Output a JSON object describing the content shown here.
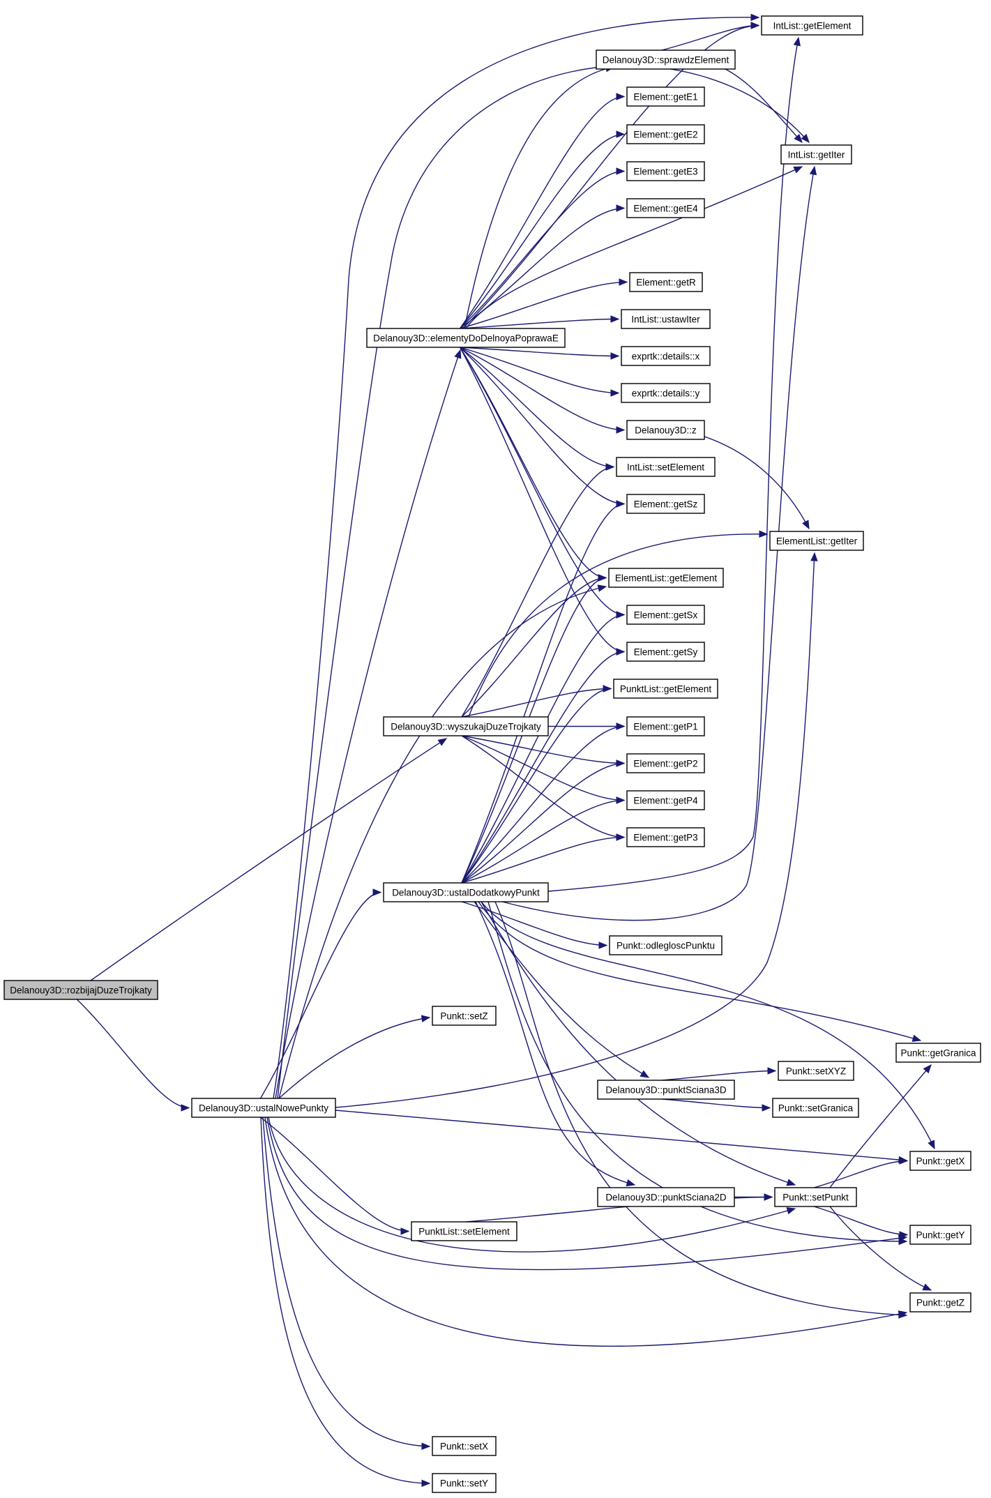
{
  "colors": {
    "edge": "#191970",
    "root_fill": "#bfbfbf",
    "node_fill": "#ffffff",
    "node_border": "#000000"
  },
  "nodes": [
    {
      "id": "rozbijajDuzeTrojkaty",
      "label": "Delanouy3D::rozbijajDuzeTrojkaty",
      "root": true
    },
    {
      "id": "ustalNowePunkty",
      "label": "Delanouy3D::ustalNowePunkty"
    },
    {
      "id": "elementyDoDelnoyaPoprawaE",
      "label": "Delanouy3D::elementyDoDelnoyaPoprawaE"
    },
    {
      "id": "wyszukajDuzeTrojkaty",
      "label": "Delanouy3D::wyszukajDuzeTrojkaty"
    },
    {
      "id": "ustalDodatkowyPunkt",
      "label": "Delanouy3D::ustalDodatkowyPunkt"
    },
    {
      "id": "IntList_getElement",
      "label": "IntList::getElement"
    },
    {
      "id": "sprawdzElement",
      "label": "Delanouy3D::sprawdzElement"
    },
    {
      "id": "IntList_getIter",
      "label": "IntList::getIter"
    },
    {
      "id": "getE1",
      "label": "Element::getE1"
    },
    {
      "id": "getE2",
      "label": "Element::getE2"
    },
    {
      "id": "getE3",
      "label": "Element::getE3"
    },
    {
      "id": "getE4",
      "label": "Element::getE4"
    },
    {
      "id": "getR",
      "label": "Element::getR"
    },
    {
      "id": "ustawIter",
      "label": "IntList::ustawIter"
    },
    {
      "id": "details_x",
      "label": "exprtk::details::x"
    },
    {
      "id": "details_y",
      "label": "exprtk::details::y"
    },
    {
      "id": "z",
      "label": "Delanouy3D::z"
    },
    {
      "id": "IntList_setElement",
      "label": "IntList::setElement"
    },
    {
      "id": "getSz",
      "label": "Element::getSz"
    },
    {
      "id": "ElementList_getIter",
      "label": "ElementList::getIter"
    },
    {
      "id": "ElementList_getElement",
      "label": "ElementList::getElement"
    },
    {
      "id": "getSx",
      "label": "Element::getSx"
    },
    {
      "id": "getSy",
      "label": "Element::getSy"
    },
    {
      "id": "PunktList_getElement",
      "label": "PunktList::getElement"
    },
    {
      "id": "getP1",
      "label": "Element::getP1"
    },
    {
      "id": "getP2",
      "label": "Element::getP2"
    },
    {
      "id": "getP4",
      "label": "Element::getP4"
    },
    {
      "id": "getP3",
      "label": "Element::getP3"
    },
    {
      "id": "odlegloscPunktu",
      "label": "Punkt::odlegloscPunktu"
    },
    {
      "id": "setZ",
      "label": "Punkt::setZ"
    },
    {
      "id": "getGranica",
      "label": "Punkt::getGranica"
    },
    {
      "id": "punktSciana3D",
      "label": "Delanouy3D::punktSciana3D"
    },
    {
      "id": "setXYZ",
      "label": "Punkt::setXYZ"
    },
    {
      "id": "setGranica",
      "label": "Punkt::setGranica"
    },
    {
      "id": "getX",
      "label": "Punkt::getX"
    },
    {
      "id": "punktSciana2D",
      "label": "Delanouy3D::punktSciana2D"
    },
    {
      "id": "setPunkt",
      "label": "Punkt::setPunkt"
    },
    {
      "id": "PunktList_setElement",
      "label": "PunktList::setElement"
    },
    {
      "id": "getY",
      "label": "Punkt::getY"
    },
    {
      "id": "getZ",
      "label": "Punkt::getZ"
    },
    {
      "id": "setX",
      "label": "Punkt::setX"
    },
    {
      "id": "setY",
      "label": "Punkt::setY"
    }
  ],
  "edges": [
    [
      "rozbijajDuzeTrojkaty",
      "ustalNowePunkty"
    ],
    [
      "rozbijajDuzeTrojkaty",
      "wyszukajDuzeTrojkaty"
    ],
    [
      "ustalNowePunkty",
      "elementyDoDelnoyaPoprawaE"
    ],
    [
      "ustalNowePunkty",
      "ustalDodatkowyPunkt"
    ],
    [
      "ustalNowePunkty",
      "IntList_getElement"
    ],
    [
      "ustalNowePunkty",
      "IntList_getIter"
    ],
    [
      "ustalNowePunkty",
      "ElementList_getIter"
    ],
    [
      "ustalNowePunkty",
      "ElementList_getElement"
    ],
    [
      "ustalNowePunkty",
      "setZ"
    ],
    [
      "ustalNowePunkty",
      "getX"
    ],
    [
      "ustalNowePunkty",
      "PunktList_setElement"
    ],
    [
      "ustalNowePunkty",
      "setPunkt"
    ],
    [
      "ustalNowePunkty",
      "getY"
    ],
    [
      "ustalNowePunkty",
      "getZ"
    ],
    [
      "ustalNowePunkty",
      "setX"
    ],
    [
      "ustalNowePunkty",
      "setY"
    ],
    [
      "elementyDoDelnoyaPoprawaE",
      "IntList_getElement"
    ],
    [
      "elementyDoDelnoyaPoprawaE",
      "sprawdzElement"
    ],
    [
      "elementyDoDelnoyaPoprawaE",
      "IntList_getIter"
    ],
    [
      "elementyDoDelnoyaPoprawaE",
      "getE1"
    ],
    [
      "elementyDoDelnoyaPoprawaE",
      "getE2"
    ],
    [
      "elementyDoDelnoyaPoprawaE",
      "getE3"
    ],
    [
      "elementyDoDelnoyaPoprawaE",
      "getE4"
    ],
    [
      "elementyDoDelnoyaPoprawaE",
      "getR"
    ],
    [
      "elementyDoDelnoyaPoprawaE",
      "ustawIter"
    ],
    [
      "elementyDoDelnoyaPoprawaE",
      "details_x"
    ],
    [
      "elementyDoDelnoyaPoprawaE",
      "details_y"
    ],
    [
      "elementyDoDelnoyaPoprawaE",
      "z"
    ],
    [
      "elementyDoDelnoyaPoprawaE",
      "IntList_setElement"
    ],
    [
      "elementyDoDelnoyaPoprawaE",
      "getSz"
    ],
    [
      "elementyDoDelnoyaPoprawaE",
      "ElementList_getElement"
    ],
    [
      "elementyDoDelnoyaPoprawaE",
      "getSx"
    ],
    [
      "elementyDoDelnoyaPoprawaE",
      "getSy"
    ],
    [
      "sprawdzElement",
      "IntList_getElement"
    ],
    [
      "sprawdzElement",
      "IntList_getIter"
    ],
    [
      "z",
      "ElementList_getIter"
    ],
    [
      "wyszukajDuzeTrojkaty",
      "IntList_setElement"
    ],
    [
      "wyszukajDuzeTrojkaty",
      "ElementList_getIter"
    ],
    [
      "wyszukajDuzeTrojkaty",
      "ElementList_getElement"
    ],
    [
      "wyszukajDuzeTrojkaty",
      "PunktList_getElement"
    ],
    [
      "wyszukajDuzeTrojkaty",
      "getP1"
    ],
    [
      "wyszukajDuzeTrojkaty",
      "getP2"
    ],
    [
      "wyszukajDuzeTrojkaty",
      "getP4"
    ],
    [
      "wyszukajDuzeTrojkaty",
      "getP3"
    ],
    [
      "ustalDodatkowyPunkt",
      "IntList_getElement"
    ],
    [
      "ustalDodatkowyPunkt",
      "IntList_getIter"
    ],
    [
      "ustalDodatkowyPunkt",
      "getSz"
    ],
    [
      "ustalDodatkowyPunkt",
      "ElementList_getElement"
    ],
    [
      "ustalDodatkowyPunkt",
      "getSx"
    ],
    [
      "ustalDodatkowyPunkt",
      "getSy"
    ],
    [
      "ustalDodatkowyPunkt",
      "PunktList_getElement"
    ],
    [
      "ustalDodatkowyPunkt",
      "getP1"
    ],
    [
      "ustalDodatkowyPunkt",
      "getP2"
    ],
    [
      "ustalDodatkowyPunkt",
      "getP4"
    ],
    [
      "ustalDodatkowyPunkt",
      "getP3"
    ],
    [
      "ustalDodatkowyPunkt",
      "odlegloscPunktu"
    ],
    [
      "ustalDodatkowyPunkt",
      "getGranica"
    ],
    [
      "ustalDodatkowyPunkt",
      "punktSciana3D"
    ],
    [
      "ustalDodatkowyPunkt",
      "getX"
    ],
    [
      "ustalDodatkowyPunkt",
      "punktSciana2D"
    ],
    [
      "ustalDodatkowyPunkt",
      "setPunkt"
    ],
    [
      "ustalDodatkowyPunkt",
      "getY"
    ],
    [
      "ustalDodatkowyPunkt",
      "getZ"
    ],
    [
      "punktSciana3D",
      "setXYZ"
    ],
    [
      "punktSciana3D",
      "setGranica"
    ],
    [
      "punktSciana2D",
      "setPunkt"
    ],
    [
      "PunktList_setElement",
      "setPunkt"
    ],
    [
      "setPunkt",
      "getGranica"
    ],
    [
      "setPunkt",
      "getX"
    ],
    [
      "setPunkt",
      "getY"
    ],
    [
      "setPunkt",
      "getZ"
    ]
  ]
}
